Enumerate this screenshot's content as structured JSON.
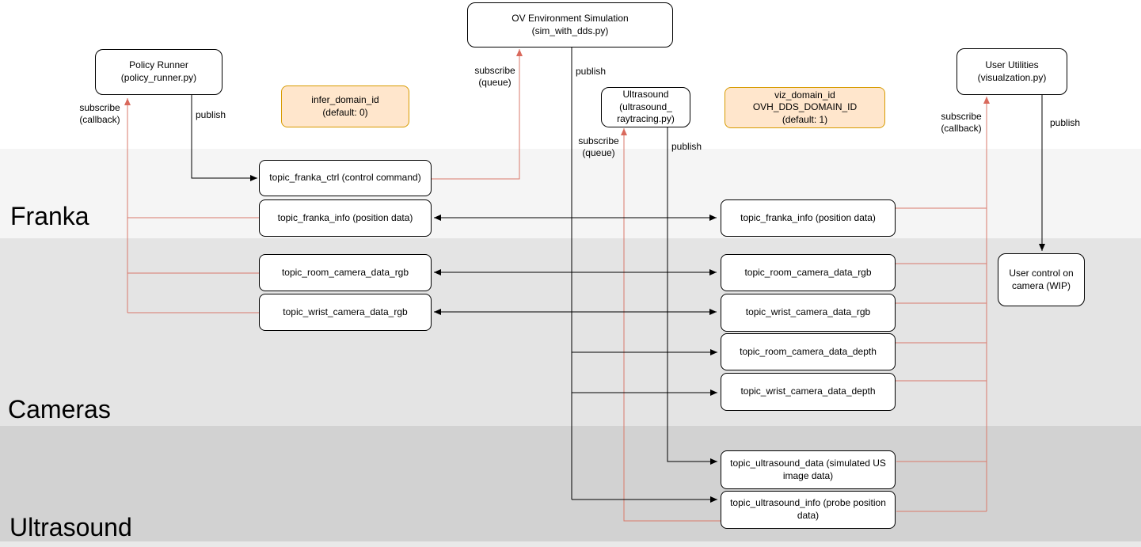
{
  "diagram": {
    "nodes": {
      "ov_sim": {
        "title": "OV Environment Simulation",
        "subtitle": "(sim_with_dds.py)"
      },
      "policy_runner": {
        "title": "Policy Runner",
        "subtitle": "(policy_runner.py)"
      },
      "ultrasound": {
        "title": "Ultrasound",
        "subtitle": "(ultrasound_",
        "subtitle2": "raytracing.py)"
      },
      "user_utilities": {
        "title": "User Utilities",
        "subtitle": "(visualzation.py)"
      },
      "user_control": {
        "title": "User control on camera (WIP)"
      },
      "infer_domain": {
        "title": "infer_domain_id",
        "subtitle": "(default: 0)"
      },
      "viz_domain": {
        "title": "viz_domain_id",
        "line2": "OVH_DDS_DOMAIN_ID",
        "line3": "(default: 1)"
      }
    },
    "left_topics": [
      "topic_franka_ctrl (control command)",
      "topic_franka_info (position data)",
      "topic_room_camera_data_rgb",
      "topic_wrist_camera_data_rgb"
    ],
    "right_topics": [
      "topic_franka_info (position data)",
      "topic_room_camera_data_rgb",
      "topic_wrist_camera_data_rgb",
      "topic_room_camera_data_depth",
      "topic_wrist_camera_data_depth",
      "topic_ultrasound_data (simulated US image data)",
      "topic_ultrasound_info (probe position data)"
    ],
    "bands": [
      {
        "label": "Franka",
        "color": "#f5f5f5"
      },
      {
        "label": "Cameras",
        "color": "#e4e4e4"
      },
      {
        "label": "Ultrasound",
        "color": "#d2d2d2"
      }
    ],
    "edge_labels": {
      "policy_subscribe": "subscribe (callback)",
      "policy_publish": "publish",
      "ov_subscribe": "subscribe (queue)",
      "ov_publish": "publish",
      "ultrasound_subscribe": "subscribe (queue)",
      "ultrasound_publish": "publish",
      "viz_subscribe": "subscribe (callback)",
      "viz_publish": "publish"
    },
    "colors": {
      "subscribe_line": "#d9796b",
      "publish_line": "#000000",
      "highlight_fill": "#ffe6cc",
      "highlight_border": "#d79b00"
    }
  }
}
